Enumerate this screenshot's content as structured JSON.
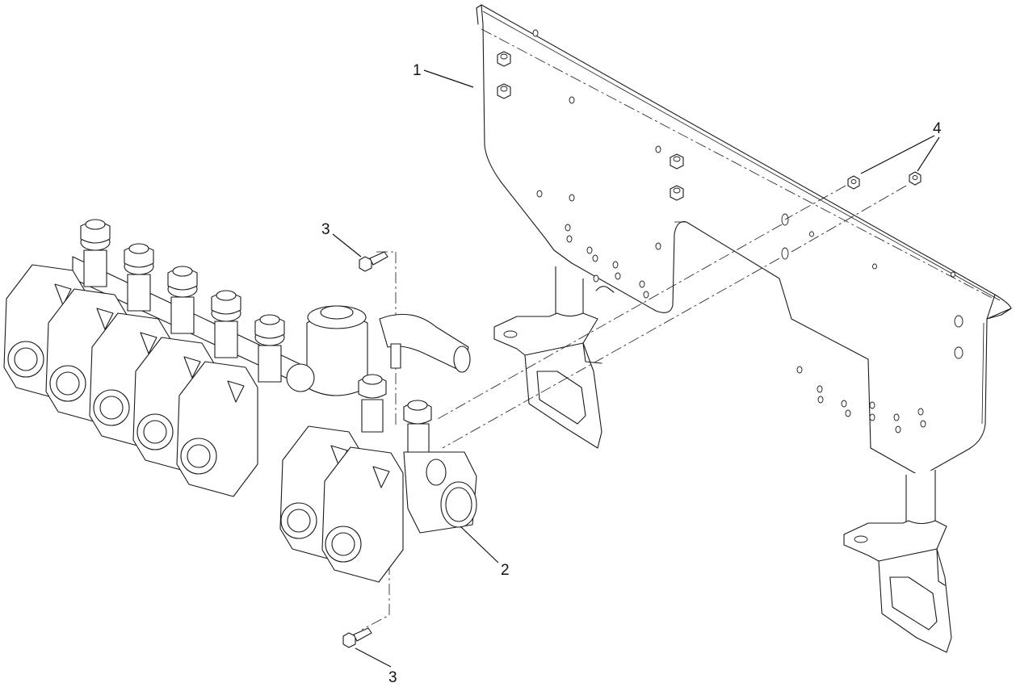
{
  "callouts": {
    "c1": "1",
    "c2": "2",
    "c3_top": "3",
    "c3_bottom": "3",
    "c4": "4"
  },
  "colors": {
    "line": "#1a1a1a",
    "background": "#ffffff"
  }
}
